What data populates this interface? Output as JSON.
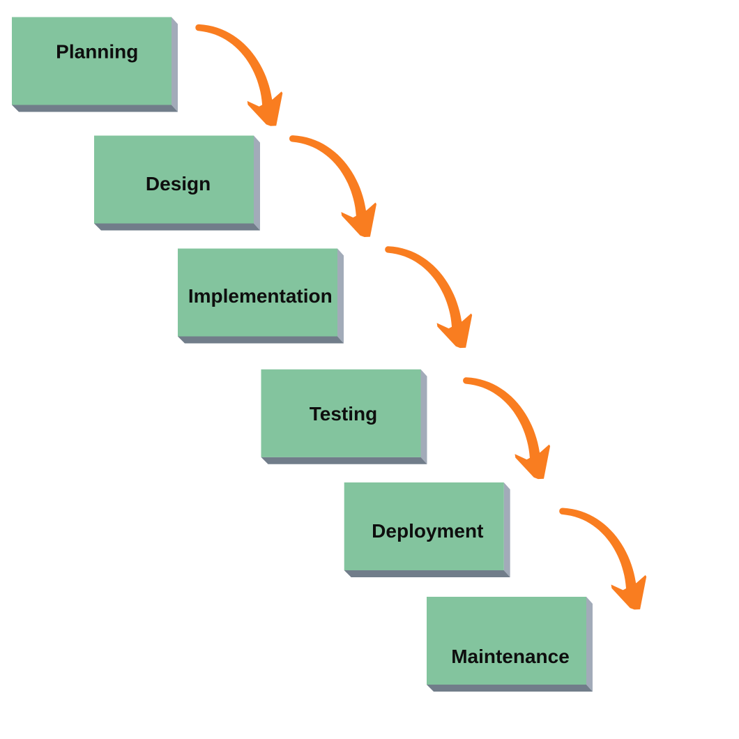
{
  "diagram": {
    "type": "waterfall-process",
    "steps": [
      {
        "label": "Planning"
      },
      {
        "label": "Design"
      },
      {
        "label": "Implementation"
      },
      {
        "label": "Testing"
      },
      {
        "label": "Deployment"
      },
      {
        "label": "Maintenance"
      }
    ]
  },
  "colors": {
    "background": "#ffffff",
    "box_face": "#83c49e",
    "box_side": "#a2abb9",
    "box_bottom": "#717d8a",
    "arrow": "#f97d20",
    "label_text": "#0e0e0e"
  }
}
